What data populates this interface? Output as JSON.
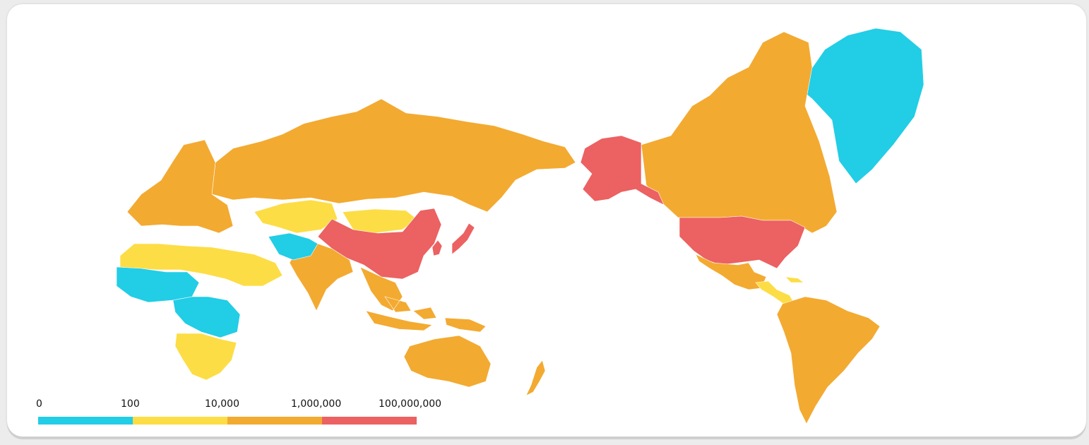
{
  "legend": {
    "ticks": [
      "0",
      "100",
      "10,000",
      "1,000,000",
      "100,000,000"
    ],
    "colors": [
      "#22cde6",
      "#fddd45",
      "#f3aa31",
      "#ec6161"
    ]
  },
  "regions": [
    {
      "name": "greenland",
      "bin": 0
    },
    {
      "name": "canada",
      "bin": 2
    },
    {
      "name": "alaska",
      "bin": 3
    },
    {
      "name": "united-states",
      "bin": 3
    },
    {
      "name": "mexico",
      "bin": 2
    },
    {
      "name": "central-america",
      "bin": 1
    },
    {
      "name": "south-america",
      "bin": 2
    },
    {
      "name": "russia",
      "bin": 2
    },
    {
      "name": "europe",
      "bin": 2
    },
    {
      "name": "central-asia",
      "bin": 1
    },
    {
      "name": "mongolia",
      "bin": 1
    },
    {
      "name": "china",
      "bin": 3
    },
    {
      "name": "japan",
      "bin": 3
    },
    {
      "name": "korea",
      "bin": 3
    },
    {
      "name": "india",
      "bin": 2
    },
    {
      "name": "iran-afghanistan",
      "bin": 0
    },
    {
      "name": "southeast-asia",
      "bin": 2
    },
    {
      "name": "indonesia",
      "bin": 2
    },
    {
      "name": "north-africa",
      "bin": 1
    },
    {
      "name": "west-africa",
      "bin": 0
    },
    {
      "name": "central-africa",
      "bin": 0
    },
    {
      "name": "southern-africa",
      "bin": 1
    },
    {
      "name": "australia",
      "bin": 2
    },
    {
      "name": "new-zealand",
      "bin": 2
    }
  ]
}
